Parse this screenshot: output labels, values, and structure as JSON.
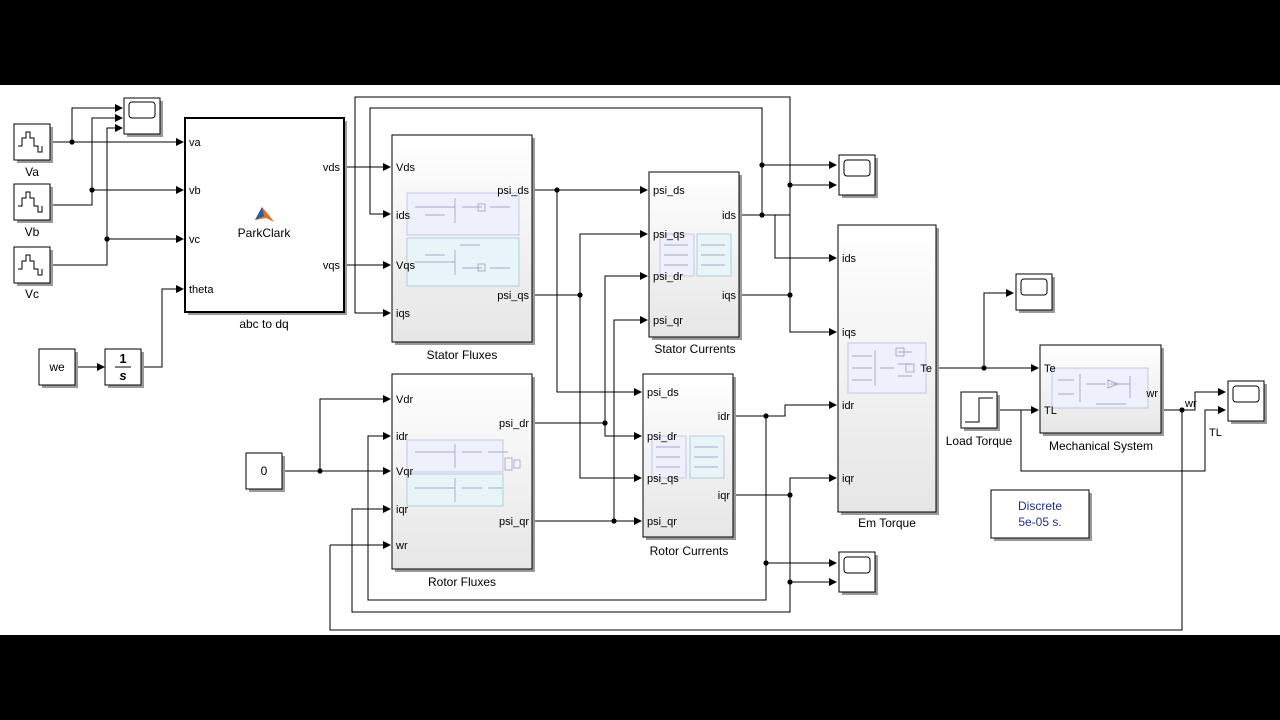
{
  "sources": {
    "va": "Va",
    "vb": "Vb",
    "vc": "Vc",
    "we": "we",
    "zero": "0",
    "integrator_num": "1",
    "integrator_den": "s"
  },
  "abc_to_dq": {
    "caption": "abc to dq",
    "function_name": "ParkClark",
    "inputs": [
      "va",
      "vb",
      "vc",
      "theta"
    ],
    "outputs": [
      "vds",
      "vqs"
    ]
  },
  "stator_fluxes": {
    "caption": "Stator Fluxes",
    "inputs": [
      "Vds",
      "ids",
      "Vqs",
      "iqs"
    ],
    "outputs": [
      "psi_ds",
      "psi_qs"
    ]
  },
  "rotor_fluxes": {
    "caption": "Rotor Fluxes",
    "inputs": [
      "Vdr",
      "idr",
      "Vqr",
      "iqr",
      "wr"
    ],
    "outputs": [
      "psi_dr",
      "psi_qr"
    ]
  },
  "stator_currents": {
    "caption": "Stator Currents",
    "inputs": [
      "psi_ds",
      "psi_qs",
      "psi_dr",
      "psi_qr"
    ],
    "outputs": [
      "ids",
      "iqs"
    ]
  },
  "rotor_currents": {
    "caption": "Rotor Currents",
    "inputs": [
      "psi_ds",
      "psi_dr",
      "psi_qs",
      "psi_qr"
    ],
    "outputs": [
      "idr",
      "iqr"
    ]
  },
  "em_torque": {
    "caption": "Em Torque",
    "inputs": [
      "ids",
      "iqs",
      "idr",
      "iqr"
    ],
    "output": "Te"
  },
  "mechanical": {
    "caption": "Mechanical System",
    "inputs": [
      "Te",
      "TL"
    ],
    "output": "wr"
  },
  "load_torque": {
    "caption": "Load Torque"
  },
  "signal_labels": {
    "wr": "wr",
    "TL": "TL"
  },
  "powergui": {
    "line1": "Discrete",
    "line2": "5e-05 s."
  },
  "colors": {
    "powergui_text": "#1f2f8f",
    "background": "#ffffff",
    "letterbox": "#000000"
  }
}
